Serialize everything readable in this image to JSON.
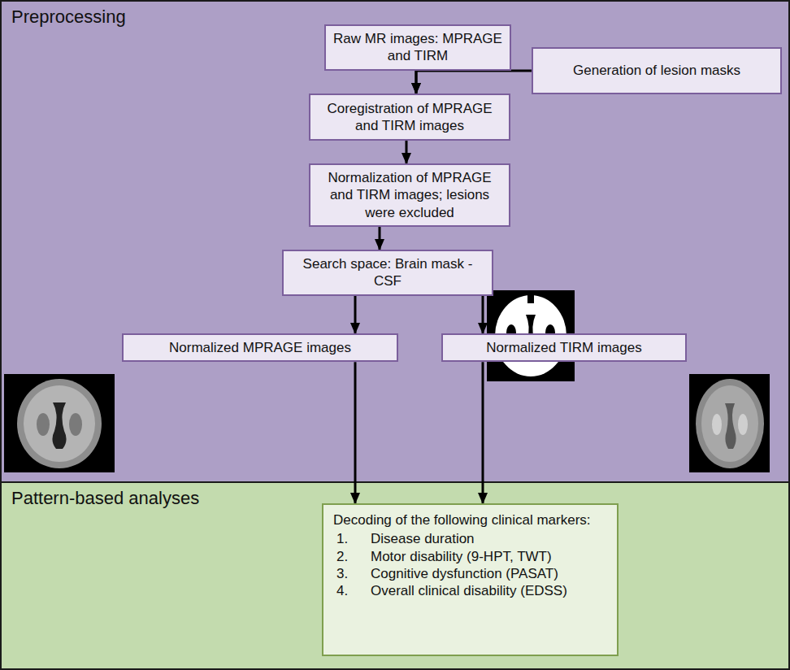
{
  "diagram": {
    "nodes": [
      {
        "text": [
          "Preprocessing"
        ]
      },
      {
        "text": [
          "Pattern-based analyses"
        ]
      },
      {
        "text": [
          "Raw MR images: MPRAGE and TIRM"
        ],
        "in": 0
      },
      {
        "text": [
          "Generation of lesion masks"
        ],
        "in": 0
      },
      {
        "text": [
          "Coregistration of MPRAGE and TIRM images"
        ],
        "in": 0
      },
      {
        "text": [
          "Normalization of MPRAGE and TIRM images; lesions were excluded"
        ],
        "in": 0
      },
      {
        "text": [
          "Search space: Brain mask - CSF"
        ],
        "in": 0
      },
      {
        "text": [
          "Normalized MPRAGE images"
        ],
        "in": 0
      },
      {
        "text": [
          "Normalized TIRM images"
        ],
        "in": 0
      },
      {
        "text": [
          "Decoding of the following clinical markers:",
          "1.",
          "Disease duration",
          "2.",
          "Motor disability (9-HPT, TWT)",
          "3.",
          "Cognitive dysfunction (PASAT)",
          "4.",
          "Overall clinical disability (EDSS)"
        ],
        "in": 1
      }
    ],
    "edges": [
      {
        "from": 2,
        "to": 4,
        "arrow": "to"
      },
      {
        "from": 3,
        "to": 4,
        "arrow": "to"
      },
      {
        "from": 4,
        "to": 5,
        "arrow": "to"
      },
      {
        "from": 5,
        "to": 6,
        "arrow": "to"
      },
      {
        "from": 6,
        "to": 7,
        "arrow": "to"
      },
      {
        "from": 6,
        "to": 8,
        "arrow": "to"
      },
      {
        "from": 7,
        "to": 9,
        "arrow": "to"
      },
      {
        "from": 8,
        "to": 9,
        "arrow": "to"
      }
    ]
  }
}
